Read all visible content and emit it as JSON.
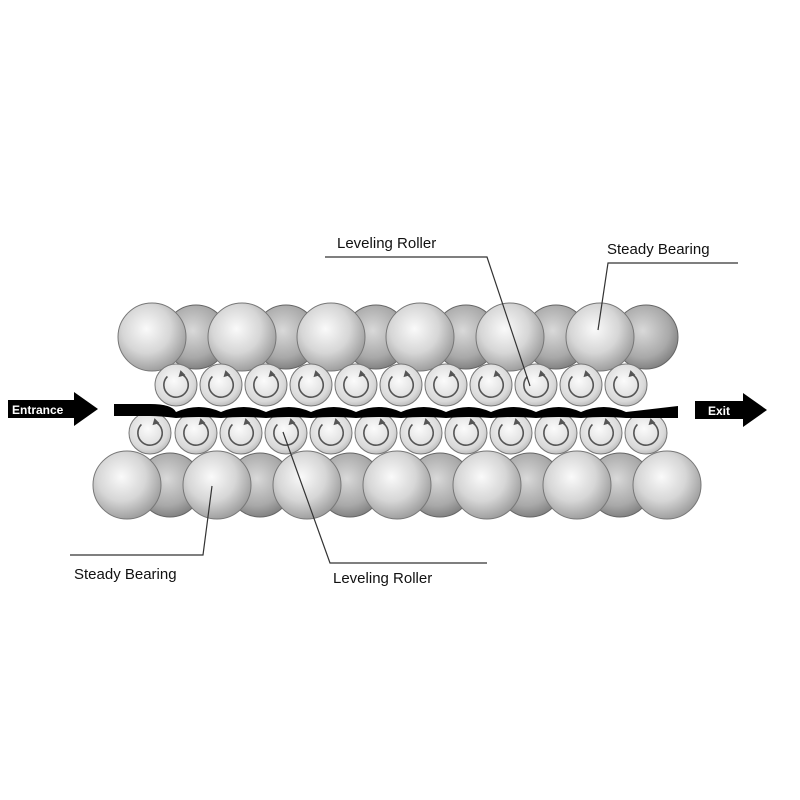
{
  "labels": {
    "leveling_roller_top": "Leveling Roller",
    "steady_bearing_top": "Steady Bearing",
    "steady_bearing_bottom": "Steady Bearing",
    "leveling_roller_bottom": "Leveling Roller"
  },
  "arrows": {
    "entrance": "Entrance",
    "exit": "Exit"
  },
  "colors": {
    "roller_light": "#f4f4f4",
    "roller_mid": "#c4c4c4",
    "roller_dark": "#8c8c8c",
    "strip": "#000000",
    "leader": "#333333"
  }
}
